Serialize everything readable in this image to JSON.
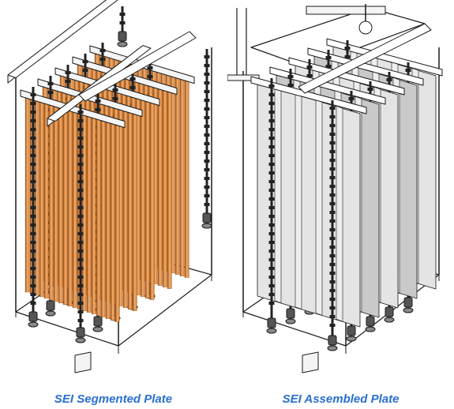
{
  "colors": {
    "caption": "#2a6fd1",
    "outline": "#1a1a1a",
    "frame_fill": "#f4f4f4",
    "copper_dark": "#9a4c14",
    "copper_mid": "#d07a2e",
    "copper_light": "#f0b070",
    "steel_plate": "#c9c9c9",
    "steel_plate_light": "#e4e4e4",
    "rod": "#222222"
  },
  "figures": [
    {
      "caption": "SEI Segmented Plate",
      "plate_style": "segmented"
    },
    {
      "caption": "SEI Assembled Plate",
      "plate_style": "assembled"
    }
  ]
}
